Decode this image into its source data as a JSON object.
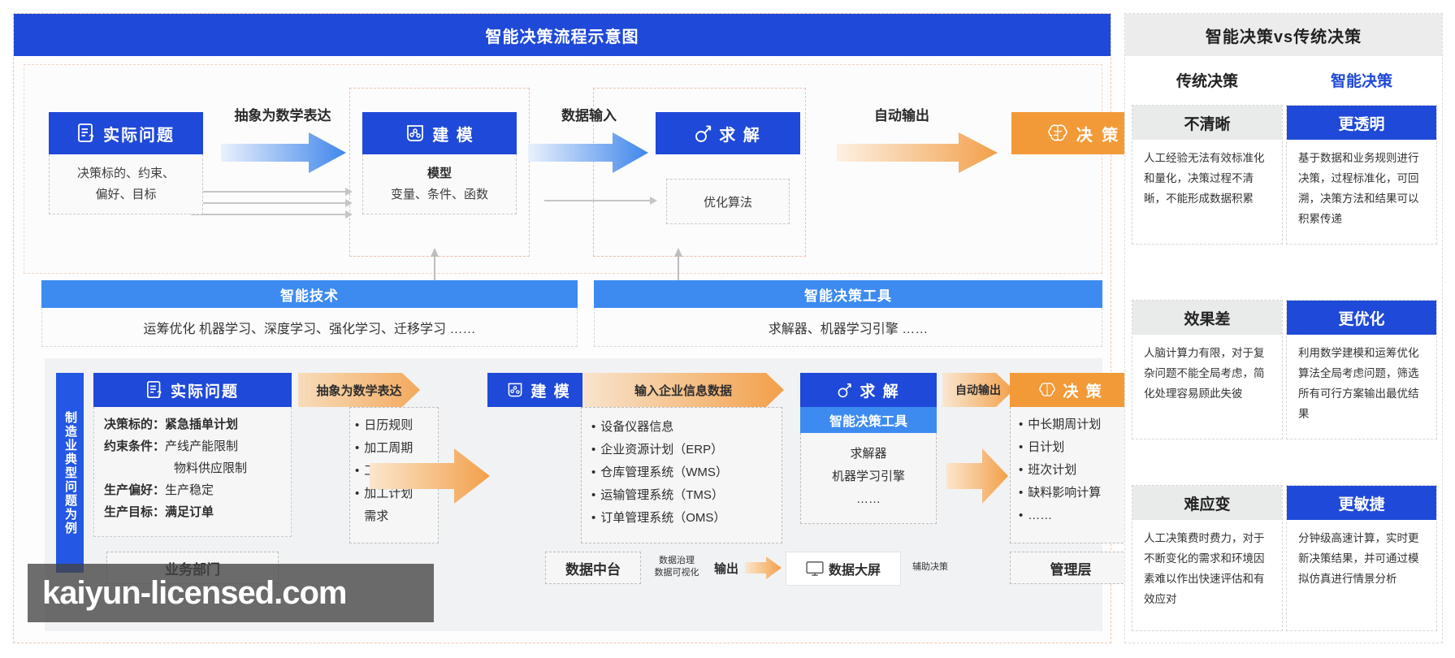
{
  "left": {
    "title": "智能决策流程示意图",
    "flow": {
      "node1": {
        "label": "实际问题",
        "icon": "document-question-icon",
        "body": "决策标的、约束、\n偏好、目标"
      },
      "arrow1_label": "抽象为数学表达",
      "node2": {
        "label": "建 模",
        "icon": "model-graph-icon",
        "body_title": "模型",
        "body_text": "变量、条件、函数"
      },
      "arrow2_label": "数据输入",
      "node3": {
        "label": "求 解",
        "icon": "solve-key-icon",
        "sub": "优化算法"
      },
      "arrow3_label": "自动输出",
      "node4": {
        "label": "决 策",
        "icon": "brain-icon"
      }
    },
    "bands": [
      {
        "head": "智能技术",
        "body": "运筹优化  机器学习、深度学习、强化学习、迁移学习 ……"
      },
      {
        "head": "智能决策工具",
        "body": "求解器、机器学习引擎 ……"
      }
    ],
    "case": {
      "side_label": "制造业典型问题为例",
      "col1": {
        "head": "实际问题",
        "icon": "document-question-icon",
        "rows": [
          {
            "key": "决策标的：",
            "val": "紧急插单计划",
            "bold": true
          },
          {
            "key": "约束条件：",
            "val": "产线产能限制",
            "bold": false
          },
          {
            "key": "",
            "val": "物料供应限制",
            "bold": false
          },
          {
            "key": "生产偏好：",
            "val": "生产稳定",
            "bold": false
          },
          {
            "key": "生产目标：",
            "val": "满足订单",
            "bold": true
          }
        ],
        "footer": "业务部门"
      },
      "chev1": "抽象为数学表达",
      "col2_bullets": [
        "日历规则",
        "加工周期",
        "工厂库存",
        "加工计划",
        "需求"
      ],
      "col3": {
        "head": "建 模",
        "icon": "model-graph-icon"
      },
      "chev2": "输入企业信息数据",
      "col4_bullets": [
        "设备仪器信息",
        "企业资源计划（ERP）",
        "仓库管理系统（WMS）",
        "运输管理系统（TMS）",
        "订单管理系统（OMS）"
      ],
      "col5": {
        "head": "求 解",
        "icon": "solve-key-icon",
        "tool": "智能决策工具",
        "lines": [
          "求解器",
          "机器学习引擎",
          "……"
        ]
      },
      "chev3": "自动输出",
      "col6": {
        "head": "决 策",
        "icon": "brain-icon",
        "bullets": [
          "中长期周计划",
          "日计划",
          "班次计划",
          "缺料影响计算",
          "……"
        ],
        "footer": "管理层"
      },
      "bottom": {
        "data_mid": "数据中台",
        "note1": "数据治理\n数据可视化",
        "output_label": "输出",
        "screen": "数据大屏",
        "screen_icon": "monitor-icon",
        "note2": "辅助决策"
      }
    }
  },
  "right": {
    "title": "智能决策vs传统决策",
    "col_headers": [
      "传统决策",
      "智能决策"
    ],
    "rows": [
      {
        "left": {
          "head": "不清晰",
          "text": "人工经验无法有效标准化和量化，决策过程不清晰，不能形成数据积累"
        },
        "right": {
          "head": "更透明",
          "text": "基于数据和业务规则进行决策，过程标准化，可回溯，决策方法和结果可以积累传递"
        }
      },
      {
        "left": {
          "head": "效果差",
          "text": "人脑计算力有限，对于复杂问题不能全局考虑，简化处理容易顾此失彼"
        },
        "right": {
          "head": "更优化",
          "text": "利用数学建模和运筹优化算法全局考虑问题，筛选所有可行方案输出最优结果"
        }
      },
      {
        "left": {
          "head": "难应变",
          "text": "人工决策费时费力，对于不断变化的需求和环境因素难以作出快速评估和有效应对"
        },
        "right": {
          "head": "更敏捷",
          "text": "分钟级高速计算，实时更新决策结果，并可通过模拟仿真进行情景分析"
        }
      }
    ]
  },
  "watermark": {
    "text": "kaiyun-licensed.com"
  },
  "colors": {
    "primary_blue": "#1f49d8",
    "light_blue": "#3d8bf0",
    "orange": "#f29a38",
    "grey_head": "#e9eaea"
  }
}
